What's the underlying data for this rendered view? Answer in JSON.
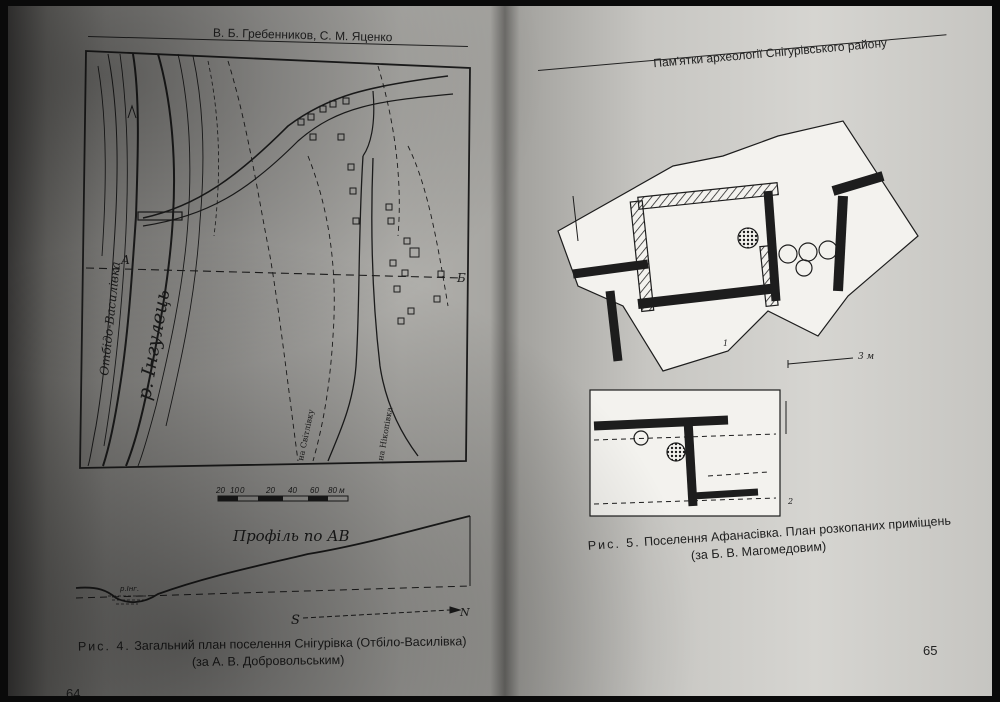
{
  "left_page": {
    "running_head": "В. Б. Гребенников, С. М. Яценко",
    "page_number": "64",
    "figure": {
      "map_labels": {
        "river": "р. Інгулець",
        "village": "Отбідо-Василівка",
        "profile_start": "А",
        "profile_end": "Б",
        "road_1": "на Світлівку",
        "road_2": "на Нікопівка"
      },
      "scale_labels": [
        "20",
        "10",
        "0",
        "20",
        "40",
        "60",
        "80 м"
      ],
      "profile_title": "Профіль по АВ",
      "profile_river": "р.Інг.",
      "direction_south": "S",
      "direction_north": "N"
    },
    "caption_line1_lead": "Рис. 4.",
    "caption_line1_text": "Загальний план поселення Снігурівка (Отбіло-Василівка)",
    "caption_line2": "(за А. В. Добровольським)"
  },
  "right_page": {
    "running_head": "Пам'ятки археології Снігурівського району",
    "page_number": "65",
    "figure": {
      "plan1_number": "1",
      "plan2_number": "2",
      "scale_label": "3 м"
    },
    "caption_line1_lead": "Рис. 5.",
    "caption_line1_text": "Поселення Афанасівка. План розкопаних приміщень",
    "caption_line2": "(за Б. В. Магомедовим)"
  }
}
